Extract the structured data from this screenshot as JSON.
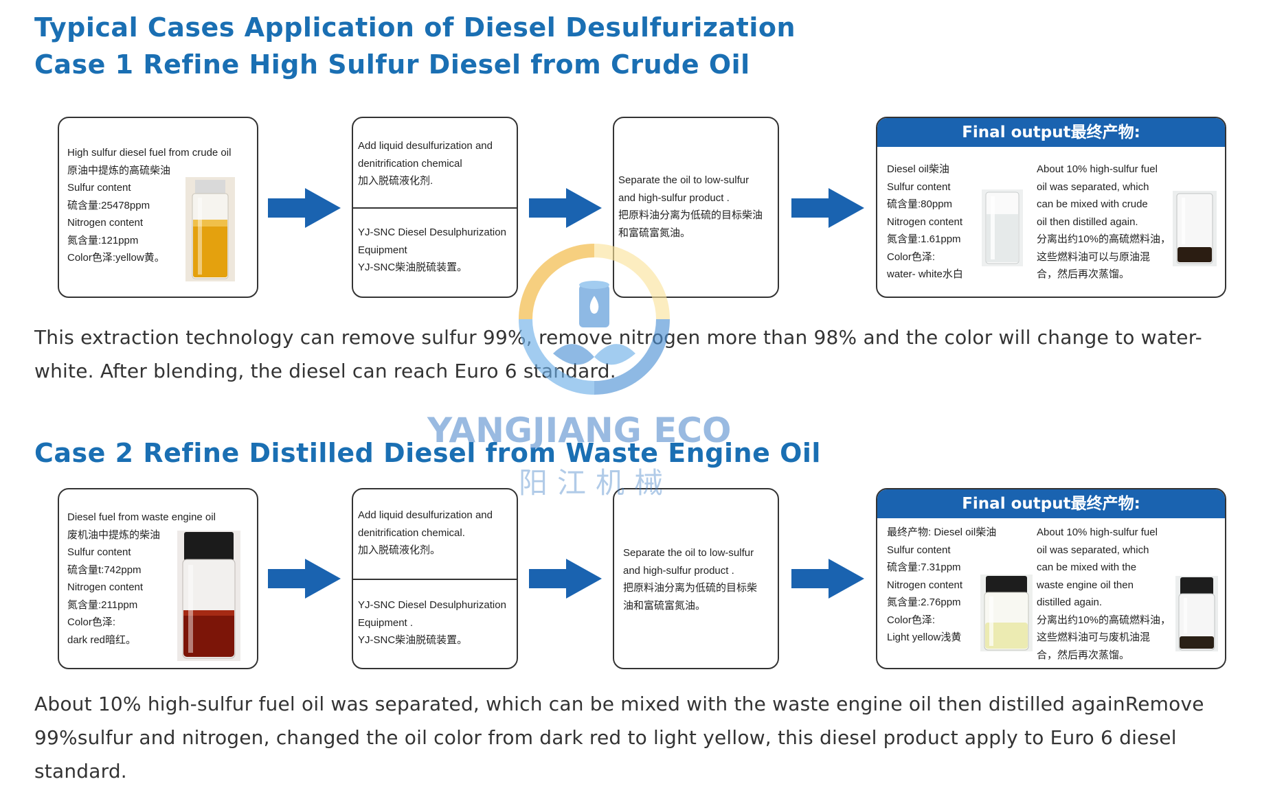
{
  "title": "Typical Cases Application of Diesel Desulfurization",
  "case1": {
    "heading": "Case 1 Refine High Sulfur Diesel from Crude Oil",
    "step1": "High sulfur diesel fuel from crude oil\n原油中提炼的高硫柴油\nSulfur content\n硫含量:25478ppm\nNitrogen content\n氮含量:121ppm\nColor色泽:yellow黄。",
    "step2_top": "Add liquid desulfurization and\ndenitrification chemical\n加入脱硫液化剂.",
    "step2_bottom": "YJ-SNC Diesel Desulphurization\nEquipment\nYJ-SNC柴油脱硫装置。",
    "step3": "Separate the oil to low-sulfur\nand high-sulfur product .\n把原料油分离为低硫的目标柴油\n和富硫富氮油。",
    "final_header": "Final output最终产物:",
    "final_left": "Diesel oil柴油\nSulfur content\n硫含量:80ppm\nNitrogen content\n氮含量:1.61ppm\nColor色泽:\nwater- white水白",
    "final_right": "About 10% high-sulfur fuel\noil was separated, which\ncan be mixed with crude\noil then distilled again.\n分离出约10%的高硫燃料油，\n这些燃料油可以与原油混\n合，然后再次蒸馏。",
    "summary": "This extraction technology can remove sulfur 99%, remove nitrogen more than 98% and the color will change to water-white. After blending, the diesel can reach Euro 6 standard."
  },
  "case2": {
    "heading": "Case 2 Refine Distilled Diesel from Waste Engine Oil",
    "step1": "Diesel fuel from waste engine oil\n废机油中提炼的柴油\nSulfur content\n硫含量t:742ppm\nNitrogen content\n氮含量:211ppm\nColor色泽:\ndark red暗红。",
    "step2_top": "Add liquid desulfurization and\ndenitrification chemical.\n加入脱硫液化剂。",
    "step2_bottom": "YJ-SNC Diesel Desulphurization\nEquipment  .\nYJ-SNC柴油脱硫装置。",
    "step3": "Separate the oil to low-sulfur\nand high-sulfur product .\n把原料油分离为低硫的目标柴\n油和富硫富氮油。",
    "final_header": "Final output最终产物:",
    "final_left": "最终产物: Diesel oil柴油\nSulfur content\n硫含量:7.31ppm\nNitrogen content\n氮含量:2.76ppm\nColor色泽:\nLight yellow浅黄",
    "final_right": "About 10% high-sulfur fuel\noil was separated, which\ncan be mixed with the\nwaste engine oil then\ndistilled again.\n分离出约10%的高硫燃料油，\n这些燃料油可与废机油混\n合，然后再次蒸馏。",
    "summary": "About 10% high-sulfur fuel oil was separated, which can be mixed with the waste engine oil then distilled againRemove 99%sulfur and nitrogen, changed the oil color from dark red to light yellow, this diesel product apply to Euro 6 diesel standard."
  },
  "watermark": {
    "name": "YANGJIANG ECO",
    "cn": "阳江机械"
  },
  "colors": {
    "heading_blue": "#1a6fb3",
    "arrow_blue": "#1a63b0",
    "header_blue": "#1a63b0"
  }
}
